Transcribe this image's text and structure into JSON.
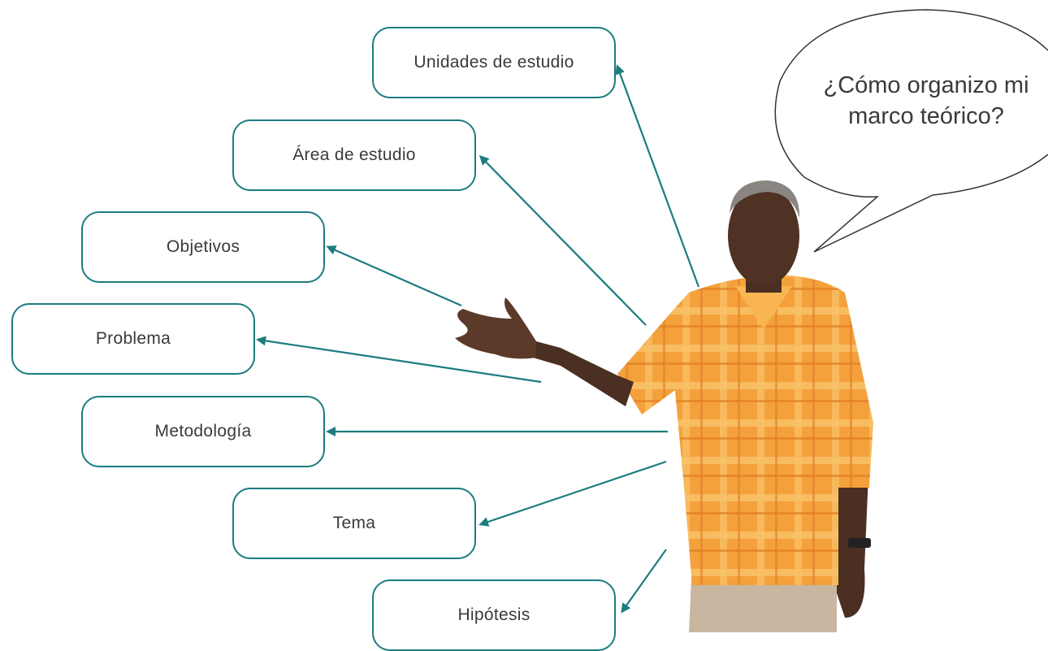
{
  "bubble": {
    "question": "¿Cómo organizo mi marco teórico?"
  },
  "concepts": {
    "unidades": "Unidades de estudio",
    "area": "Área de estudio",
    "objetivos": "Objetivos",
    "problema": "Problema",
    "metodologia": "Metodología",
    "tema": "Tema",
    "hipotesis": "Hipótesis"
  },
  "colors": {
    "accent": "#1c7c7f",
    "shirt": "#f3a33f",
    "skin": "#5b3a29"
  },
  "icons": {
    "person": "man-pointing-illustration"
  }
}
